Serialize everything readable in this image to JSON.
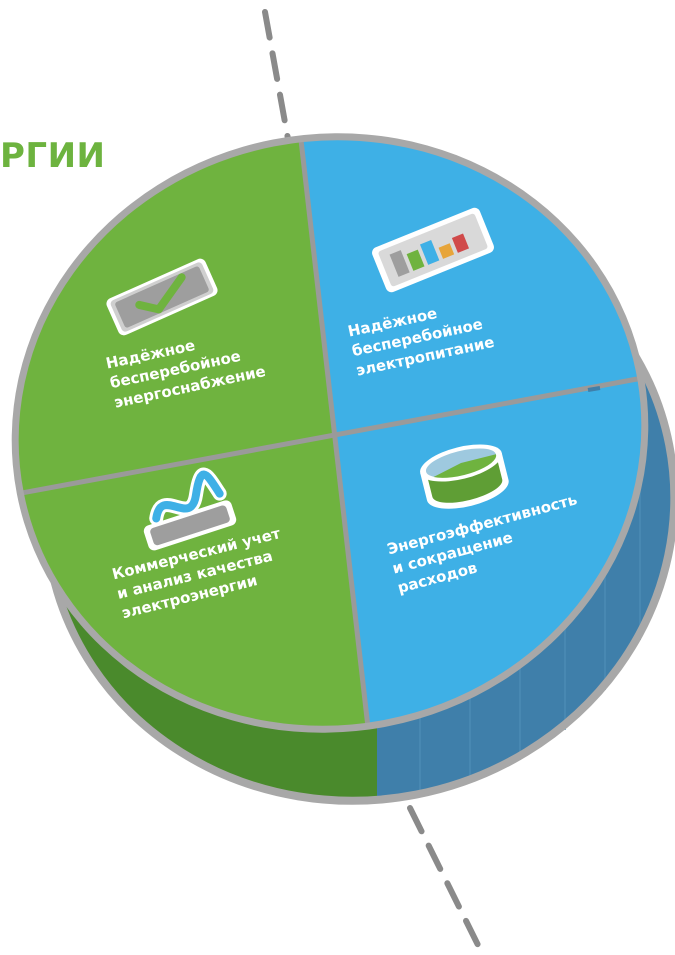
{
  "header": {
    "title": "РГИИ"
  },
  "segments": [
    {
      "id": "supply",
      "lines": [
        "Надёжное",
        "бесперебойное",
        "энергоснабжение"
      ],
      "icon": "checkmark-document-icon"
    },
    {
      "id": "power",
      "lines": [
        "Надёжное",
        "бесперебойное",
        "электропитание"
      ],
      "icon": "bar-chart-document-icon"
    },
    {
      "id": "metering",
      "lines": [
        "Коммерческий учет",
        "и анализ качества",
        "электроэнергии"
      ],
      "icon": "wave-gauge-icon"
    },
    {
      "id": "efficiency",
      "lines": [
        "Энергоэффективность",
        "и сокращение",
        "расходов"
      ],
      "icon": "pie-cylinder-icon"
    }
  ],
  "colors": {
    "title": "#6db33f",
    "green": "#6fb33f",
    "green_side": "#4a8a2c",
    "blue": "#3eb0e6",
    "blue_side": "#3f7faa",
    "rim": "#a8a8a8",
    "divider": "#9a9a9a",
    "dash": "#8a8a8a"
  }
}
